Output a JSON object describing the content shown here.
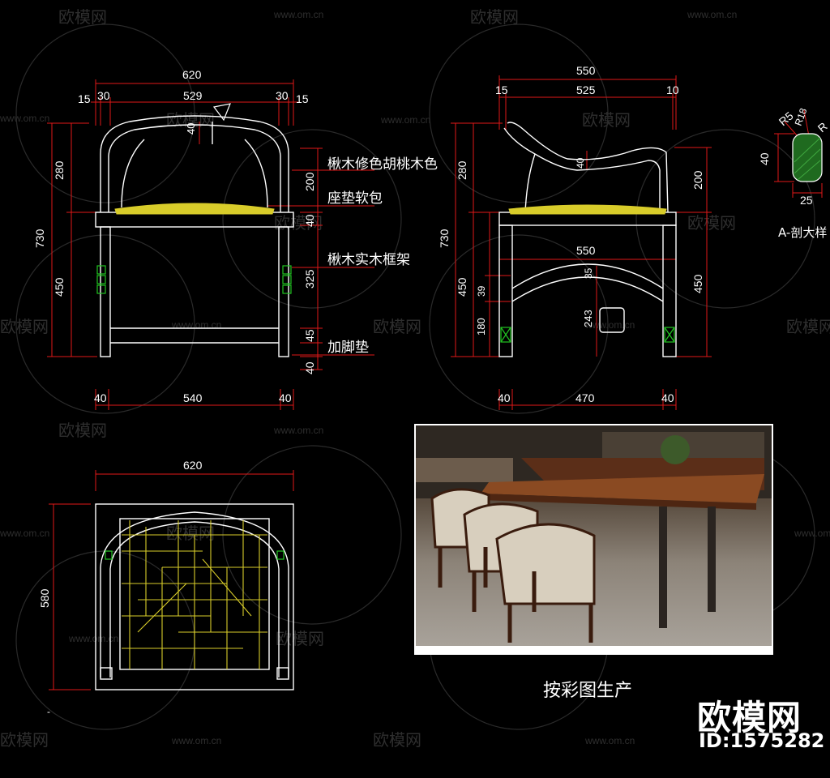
{
  "watermark": {
    "brand": "欧模网",
    "url": "www.om.cn"
  },
  "front_view": {
    "top_overall": "620",
    "top_segments": [
      "15",
      "30",
      "529",
      "30",
      "15"
    ],
    "left_dims": [
      "280",
      "730",
      "450"
    ],
    "right_dims": [
      "200",
      "40",
      "325",
      "45",
      "40"
    ],
    "backrest_dim": "40",
    "bottom_dims": [
      "40",
      "540",
      "40"
    ]
  },
  "callouts": [
    "楸木修色胡桃木色",
    "座垫软包",
    "楸木实木框架",
    "加脚垫"
  ],
  "side_view": {
    "top_overall": "550",
    "top_segments": [
      "15",
      "525",
      "10"
    ],
    "left_dims": [
      "280",
      "730",
      "450",
      "39",
      "180"
    ],
    "right_dims": [
      "200",
      "450"
    ],
    "inner_dims": [
      "40",
      "550",
      "35",
      "243"
    ],
    "bottom_dims": [
      "40",
      "470",
      "40"
    ]
  },
  "section": {
    "radius_labels": [
      "R5",
      "R18",
      "R"
    ],
    "height": "40",
    "width": "25",
    "label": "A-剖大样"
  },
  "plan_view": {
    "width": "620",
    "depth": "580"
  },
  "photo_caption": "按彩图生产",
  "brand": {
    "name": "欧模网",
    "id": "ID:1575282"
  },
  "colors": {
    "dim_line": "#e01818",
    "outline": "#ffffff",
    "cushion": "#d8cc2a",
    "joint": "#22c422"
  }
}
